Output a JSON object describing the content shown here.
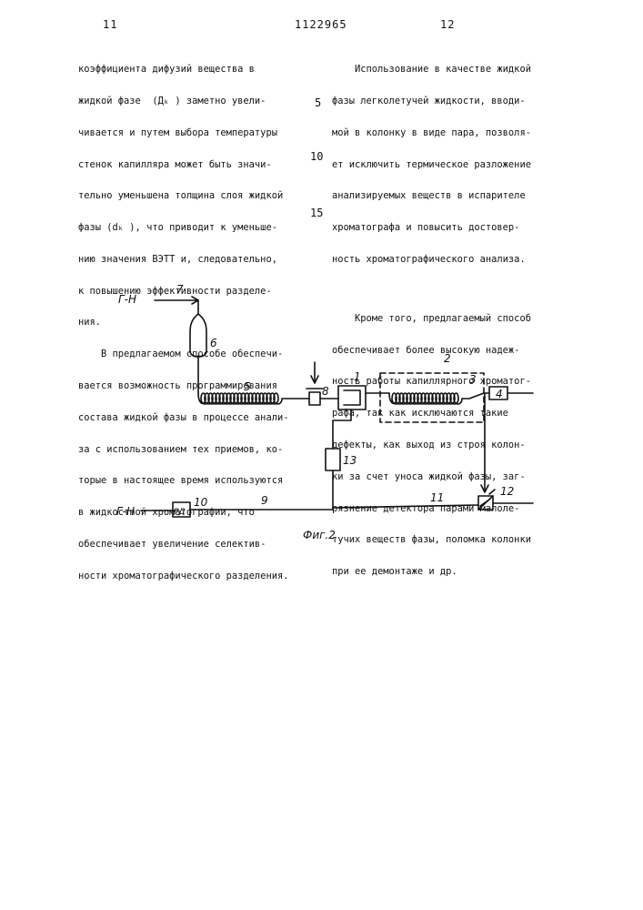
{
  "header": {
    "page_left": "11",
    "patent_number": "1122965",
    "page_right": "12"
  },
  "left_column": {
    "lines": [
      "коэффициента дифузий вещества в",
      "жидкой фазе  (Дₖ ) заметно увели-",
      "чивается и путем выбора температуры",
      "стенок капилляра может быть значи-",
      "тельно уменьшена толщина слоя жидкой",
      "фазы (dₖ ), что приводит к уменьше-",
      "нию значения ВЭТТ и, следовательно,",
      "к повышению эффективности разделе-",
      "ния.",
      "    В предлагаемом способе обеспечи-",
      "вается возможность программирования",
      "состава жидкой фазы в процессе анали-",
      "за с использованием тех приемов, ко-",
      "торые в настоящее время используются",
      "в жидкостной хроматографии, что",
      "обеспечивает увеличение селектив-",
      "ности хроматографического разделения."
    ]
  },
  "right_column": {
    "lines": [
      "    Использование в качестве жидкой",
      "фазы легколетучей жидкости, вводи-",
      "мой в колонку в виде пара, позволя-",
      "ет исключить термическое разложение",
      "анализируемых веществ в испарителе",
      "хроматографа и повысить достовер-",
      "ность хроматографического анализа.",
      "",
      "    Кроме того, предлагаемый способ",
      "обеспечивает более высокую надеж-",
      "ность работы капиллярного хроматог-",
      "рафа, так как исключаются такие",
      "дефекты, как выход из строя колон-",
      "ки за счет уноса жидкой фазы, заг-",
      "рязнение детектора парами малоле-",
      "тучих веществ фазы, поломка колонки",
      "при ее демонтаже и др."
    ]
  },
  "line_numbers": [
    "5",
    "10",
    "15"
  ],
  "figure": {
    "caption": "Фиг.2",
    "gas_label_top": "Г-Н",
    "gas_label_bottom": "Г-Н",
    "regulator_box_label": "РД",
    "labels": {
      "n1": "1",
      "n2": "2",
      "n3": "3",
      "n4": "4",
      "n5": "5",
      "n6": "6",
      "n7": "7",
      "n8": "8",
      "n9": "9",
      "n10": "10",
      "n11": "11",
      "n12": "12",
      "n13": "13"
    }
  }
}
